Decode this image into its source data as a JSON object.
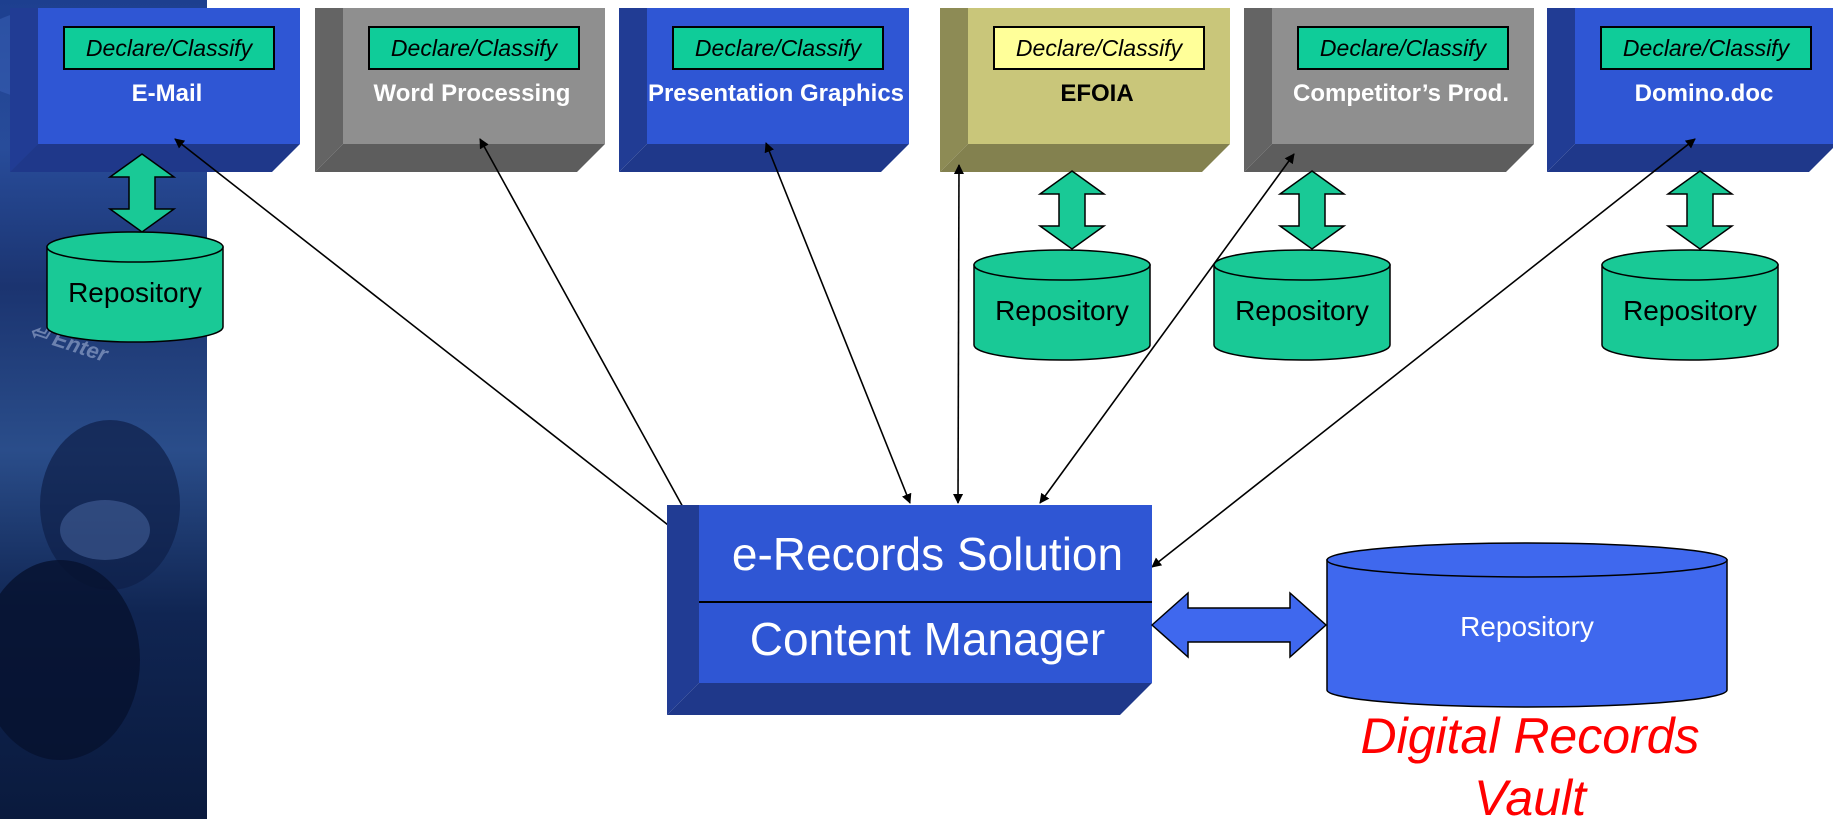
{
  "systems": [
    {
      "declare": "Declare/Classify",
      "name": "E-Mail",
      "has_repository": true
    },
    {
      "declare": "Declare/Classify",
      "name": "Word Processing",
      "has_repository": false
    },
    {
      "declare": "Declare/Classify",
      "name": "Presentation Graphics",
      "has_repository": false
    },
    {
      "declare": "Declare/Classify",
      "name": "EFOIA",
      "has_repository": true
    },
    {
      "declare": "Declare/Classify",
      "name": "Competitor’s Prod.",
      "has_repository": true
    },
    {
      "declare": "Declare/Classify",
      "name": "Domino.doc",
      "has_repository": true
    }
  ],
  "repository_label": "Repository",
  "central": {
    "top_label": "e-Records Solution",
    "bottom_label": "Content Manager"
  },
  "vault": {
    "repository_label": "Repository",
    "title": "Digital Records Vault"
  },
  "colors": {
    "blue_box": "#2f56d4",
    "gray_box": "#8f8f8f",
    "olive_box": "#c9c67a",
    "declare_green": "#0fcc99",
    "declare_yellow": "#ffff99",
    "repository_green": "#19c996",
    "vault_blue": "#3f68ee",
    "title_red": "#ff0000"
  }
}
